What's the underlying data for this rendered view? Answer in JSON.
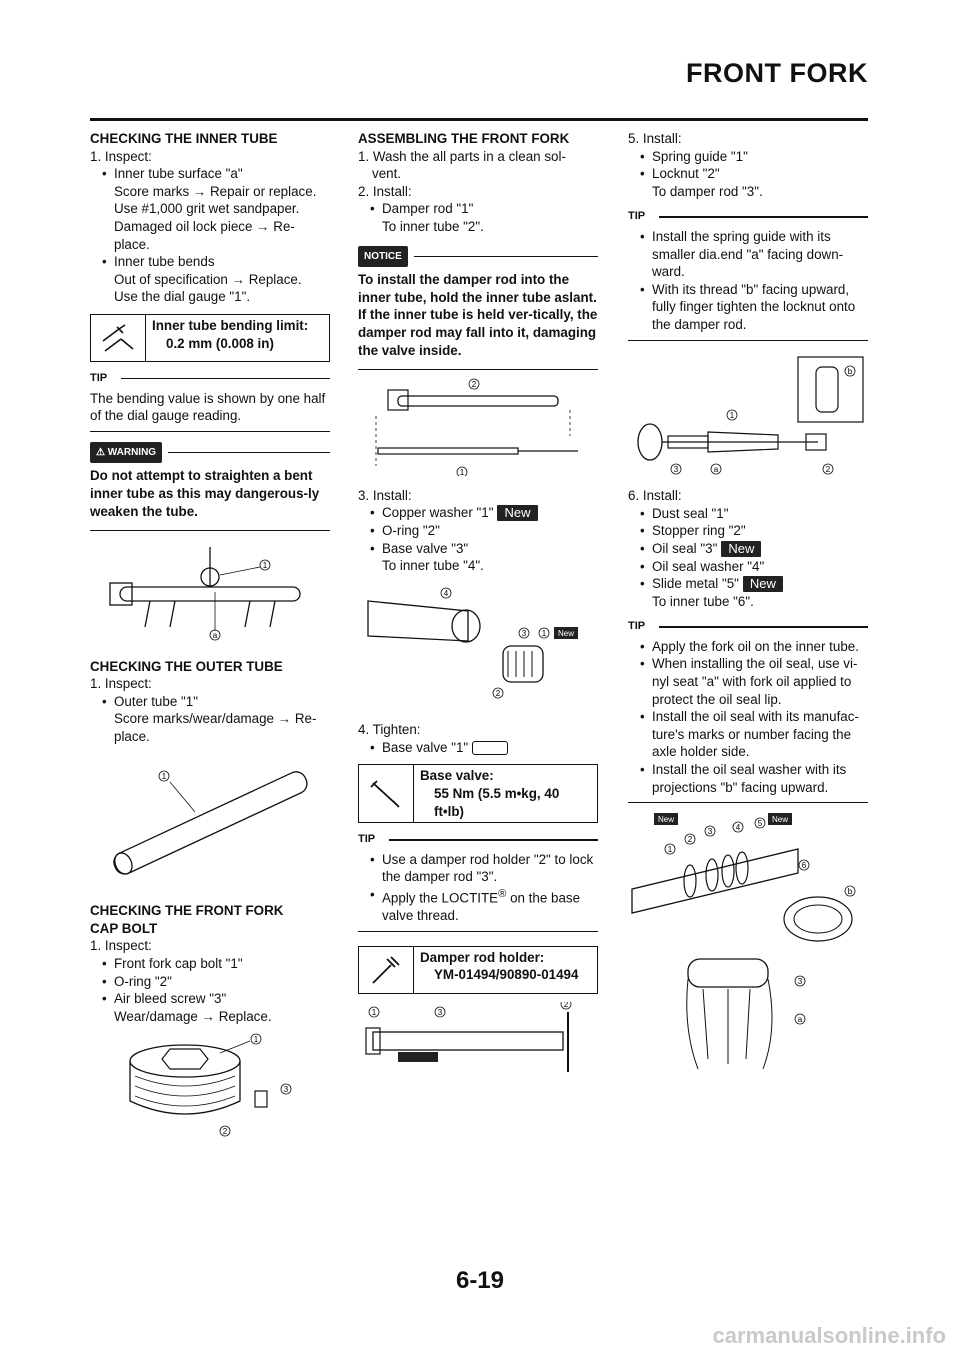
{
  "header": {
    "title": "FRONT FORK"
  },
  "col1": {
    "inner_tube": {
      "heading": "CHECKING THE INNER TUBE",
      "step": "1. Inspect:",
      "b1": "Inner tube surface \"a\"",
      "b1_l1": "Score marks → Repair or replace.",
      "b1_l2": "Use #1,000 grit wet sandpaper.",
      "b1_l3": "Damaged oil lock piece → Re-",
      "b1_l4": "place.",
      "b2": "Inner tube bends",
      "b2_l1": "Out of specification → Replace.",
      "b2_l2": "Use the dial gauge \"1\".",
      "spec_label": "Inner tube bending limit:",
      "spec_value": "0.2 mm (0.008 in)",
      "tip_label": "TIP",
      "tip_text": "The bending value is shown by one half of the dial gauge reading.",
      "warning_label": "WARNING",
      "warning_text": "Do not attempt to straighten a bent inner tube as this may dangerous-ly weaken the tube."
    },
    "outer_tube": {
      "heading": "CHECKING THE OUTER TUBE",
      "step": "1. Inspect:",
      "b1": "Outer tube \"1\"",
      "b1_l1": "Score marks/wear/damage → Re-",
      "b1_l2": "place."
    },
    "cap_bolt": {
      "heading1": "CHECKING THE FRONT FORK",
      "heading2": "CAP BOLT",
      "step": "1. Inspect:",
      "b1": "Front fork cap bolt \"1\"",
      "b2": "O-ring \"2\"",
      "b3": "Air bleed screw \"3\"",
      "b3_l1": "Wear/damage → Replace."
    }
  },
  "col2": {
    "heading": "ASSEMBLING THE FRONT FORK",
    "s1a": "1. Wash the all parts in a clean sol-",
    "s1b": "vent.",
    "s2": "2. Install:",
    "s2_b1": "Damper rod \"1\"",
    "s2_l1": "To inner tube \"2\".",
    "notice_label": "NOTICE",
    "notice_text": "To install the damper rod into the inner tube, hold the inner tube aslant. If the inner tube is held ver-tically, the damper rod may fall into it, damaging the valve inside.",
    "s3": "3. Install:",
    "s3_b1": "Copper washer \"1\"",
    "s3_b2": "O-ring \"2\"",
    "s3_b3": "Base valve \"3\"",
    "s3_l1": "To inner tube \"4\".",
    "s4": "4. Tighten:",
    "s4_b1": "Base valve \"1\"",
    "spec1_label": "Base valve:",
    "spec1_v1": "55 Nm (5.5 m•kg, 40",
    "spec1_v2": "ft•lb)",
    "tip_label": "TIP",
    "tip_b1": "Use a damper rod holder \"2\" to lock the damper rod \"3\".",
    "tip_b2_pre": "Apply the LOCTITE",
    "tip_b2_reg": "®",
    "tip_b2_post": " on the base valve thread.",
    "spec2_label": "Damper rod holder:",
    "spec2_value": "YM-01494/90890-01494",
    "new_label": "New"
  },
  "col3": {
    "s5": "5. Install:",
    "s5_b1": "Spring guide \"1\"",
    "s5_b2": "Locknut \"2\"",
    "s5_l1": "To damper rod \"3\".",
    "tip1_label": "TIP",
    "tip1_b1": "Install the spring guide with its smaller dia.end \"a\" facing down-ward.",
    "tip1_b2": "With its thread \"b\" facing upward, fully finger tighten the locknut onto the damper rod.",
    "s6": "6. Install:",
    "s6_b1": "Dust seal \"1\"",
    "s6_b2": "Stopper ring \"2\"",
    "s6_b3": "Oil seal \"3\"",
    "s6_b4": "Oil seal washer \"4\"",
    "s6_b5": "Slide metal \"5\"",
    "s6_l1": "To inner tube \"6\".",
    "tip2_label": "TIP",
    "tip2_b1": "Apply the fork oil on the inner tube.",
    "tip2_b2": "When installing the oil seal, use vi-nyl seat \"a\" with fork oil applied to protect the oil seal lip.",
    "tip2_b3": "Install the oil seal with its manufac-ture's marks or number facing the axle holder side.",
    "tip2_b4": "Install the oil seal washer with its projections \"b\" facing upward.",
    "new_label": "New"
  },
  "figure_labels": {
    "n1": "1",
    "n2": "2",
    "n3": "3",
    "n4": "4",
    "n5": "5",
    "n6": "6",
    "a": "a",
    "b": "b",
    "new": "New"
  },
  "footer": {
    "page_number": "6-19",
    "watermark": "carmanualsonline.info"
  }
}
